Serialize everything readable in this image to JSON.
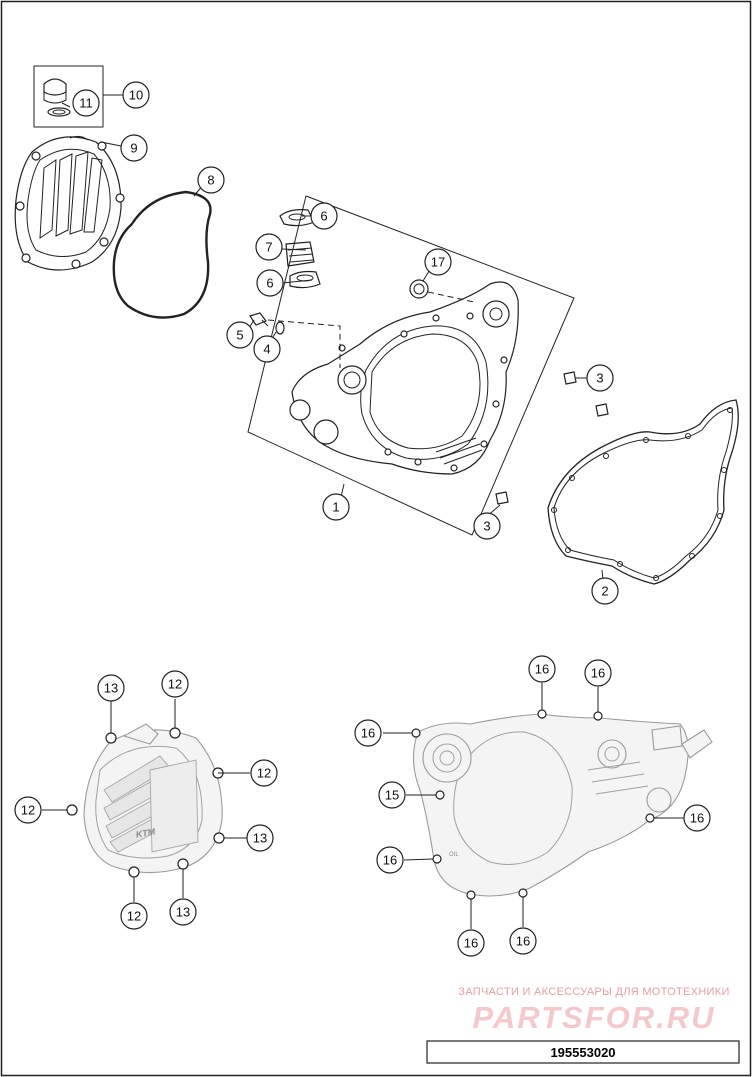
{
  "diagram": {
    "callouts": [
      {
        "id": "c10",
        "label": "10"
      },
      {
        "id": "c11",
        "label": "11"
      },
      {
        "id": "c9",
        "label": "9"
      },
      {
        "id": "c8",
        "label": "8"
      },
      {
        "id": "c6a",
        "label": "6"
      },
      {
        "id": "c7",
        "label": "7"
      },
      {
        "id": "c6b",
        "label": "6"
      },
      {
        "id": "c17",
        "label": "17"
      },
      {
        "id": "c5",
        "label": "5"
      },
      {
        "id": "c4",
        "label": "4"
      },
      {
        "id": "c3a",
        "label": "3"
      },
      {
        "id": "c1",
        "label": "1"
      },
      {
        "id": "c3b",
        "label": "3"
      },
      {
        "id": "c2",
        "label": "2"
      },
      {
        "id": "c13a",
        "label": "13"
      },
      {
        "id": "c12a",
        "label": "12"
      },
      {
        "id": "c12b",
        "label": "12"
      },
      {
        "id": "c12c",
        "label": "12"
      },
      {
        "id": "c13b",
        "label": "13"
      },
      {
        "id": "c12d",
        "label": "12"
      },
      {
        "id": "c13c",
        "label": "13"
      },
      {
        "id": "c16a",
        "label": "16"
      },
      {
        "id": "c16b",
        "label": "16"
      },
      {
        "id": "c16c",
        "label": "16"
      },
      {
        "id": "c15",
        "label": "15"
      },
      {
        "id": "c16d",
        "label": "16"
      },
      {
        "id": "c16e",
        "label": "16"
      },
      {
        "id": "c16f",
        "label": "16"
      },
      {
        "id": "c16g",
        "label": "16"
      }
    ],
    "brand_mark": "KTM",
    "cover_marking": "OIL"
  },
  "watermark": {
    "tagline": "ЗАПЧАСТИ И АКСЕССУАРЫ ДЛЯ МОТОТЕХНИКИ",
    "logo": "PARTSFOR.RU",
    "color": "#e7a0a3"
  },
  "footer": {
    "drawing_code": "195553020"
  }
}
